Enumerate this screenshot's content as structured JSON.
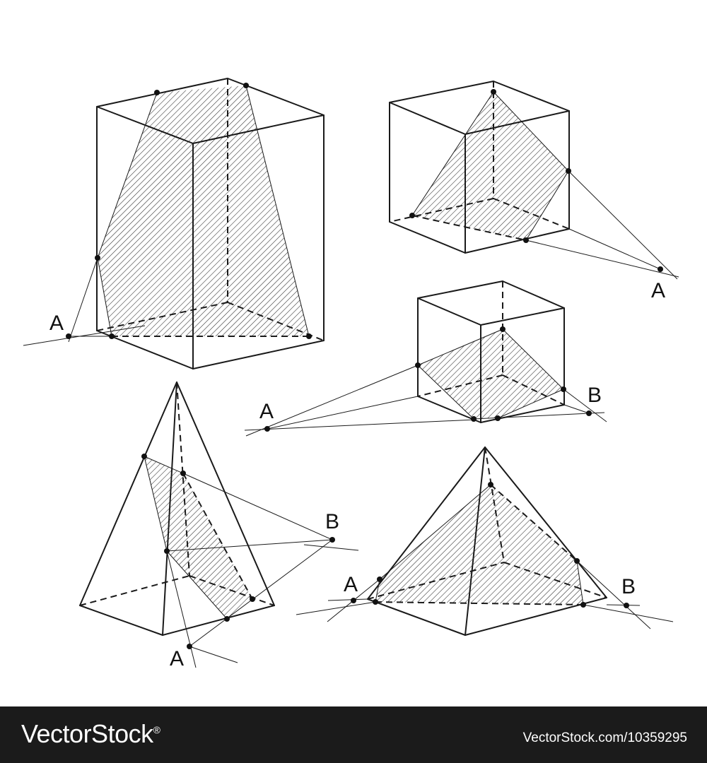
{
  "labels": {
    "fig1_a": "A",
    "fig2_a": "A",
    "fig3_a": "A",
    "fig3_b": "B",
    "fig4_a": "A",
    "fig4_b": "B",
    "fig5_a": "A",
    "fig5_b": "B"
  },
  "footer": {
    "brand": "VectorStock",
    "registered": "®",
    "url": "VectorStock.com/10359295"
  },
  "colors": {
    "ink": "#1a1a1a",
    "background": "#ffffff",
    "footer": "#1b1b1b"
  }
}
